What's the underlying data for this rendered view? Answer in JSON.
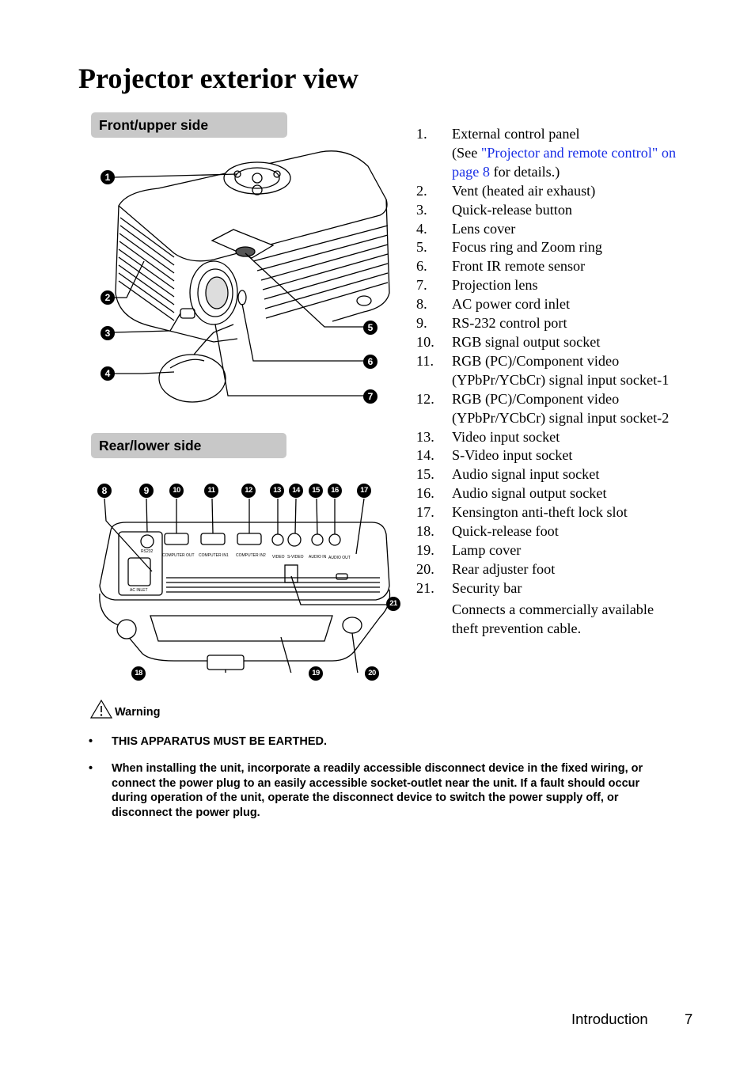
{
  "page": {
    "title": "Projector exterior view",
    "section_front": "Front/upper side",
    "section_rear": "Rear/lower side"
  },
  "front_callouts": [
    "1",
    "2",
    "3",
    "4",
    "5",
    "6",
    "7"
  ],
  "rear_callouts": [
    "8",
    "9",
    "10",
    "11",
    "12",
    "13",
    "14",
    "15",
    "16",
    "17",
    "18",
    "19",
    "20",
    "21"
  ],
  "rear_panel_labels": [
    "RS232",
    "COMPUTER OUT",
    "COMPUTER IN1",
    "COMPUTER IN2",
    "VIDEO",
    "S-VIDEO",
    "AUDIO IN",
    "AUDIO OUT",
    "AC INLET"
  ],
  "items": [
    {
      "num": "1.",
      "text": "External control panel",
      "see_prefix": "(See ",
      "see_link": "\"Projector and remote control\" on page 8",
      "see_suffix": " for details.)"
    },
    {
      "num": "2.",
      "text": "Vent (heated air exhaust)"
    },
    {
      "num": "3.",
      "text": "Quick-release button"
    },
    {
      "num": "4.",
      "text": "Lens cover"
    },
    {
      "num": "5.",
      "text": "Focus ring and Zoom ring"
    },
    {
      "num": "6.",
      "text": "Front IR remote sensor"
    },
    {
      "num": "7.",
      "text": "Projection lens"
    },
    {
      "num": "8.",
      "text": "AC power cord inlet"
    },
    {
      "num": "9.",
      "text": "RS-232 control port"
    },
    {
      "num": "10.",
      "text": "RGB signal output socket"
    },
    {
      "num": "11.",
      "text": "RGB (PC)/Component video (YPbPr/YCbCr) signal input socket-1"
    },
    {
      "num": "12.",
      "text": "RGB (PC)/Component video (YPbPr/YCbCr) signal input socket-2"
    },
    {
      "num": "13.",
      "text": "Video input socket"
    },
    {
      "num": "14.",
      "text": "S-Video input socket"
    },
    {
      "num": "15.",
      "text": "Audio signal input socket"
    },
    {
      "num": "16.",
      "text": "Audio signal output socket"
    },
    {
      "num": "17.",
      "text": "Kensington anti-theft lock slot"
    },
    {
      "num": "18.",
      "text": "Quick-release foot"
    },
    {
      "num": "19.",
      "text": "Lamp cover"
    },
    {
      "num": "20.",
      "text": "Rear adjuster foot"
    },
    {
      "num": "21.",
      "text": "Security bar",
      "note": "Connects a commercially available theft prevention cable."
    }
  ],
  "warning": {
    "icon": "warning-triangle-icon",
    "label": "Warning",
    "bullets": [
      "THIS APPARATUS MUST BE EARTHED.",
      "When installing the unit, incorporate a readily accessible disconnect device in the fixed wiring, or connect the power plug to an easily accessible socket-outlet near the unit. If a fault should occur during operation of the unit, operate the disconnect device to switch the power supply off, or disconnect the power plug."
    ]
  },
  "footer": {
    "section": "Introduction",
    "page": "7"
  }
}
